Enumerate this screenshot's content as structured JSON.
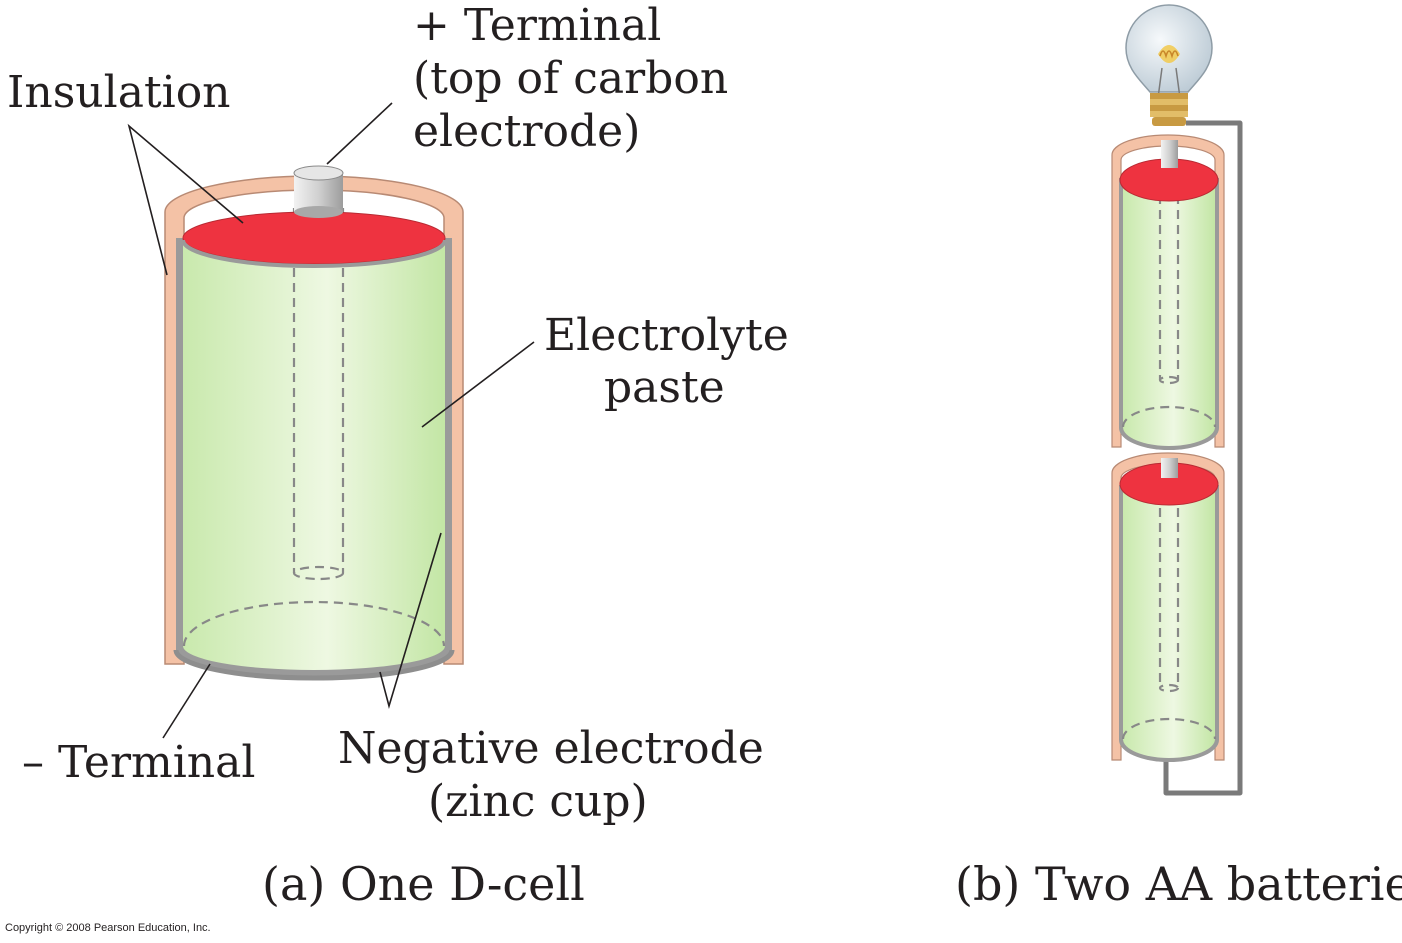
{
  "colors": {
    "insulation": "#f4c2a6",
    "insulation_edge": "#b88a74",
    "zinc": "#9a9a9a",
    "paste_light": "#eef8e2",
    "paste_mid": "#c9e9ad",
    "top_red": "#ee3340",
    "terminal": "#cfcfcf",
    "wire": "#7a7a7a",
    "bulb_glass": "#d9e3ea",
    "bulb_base": "#d8b25c",
    "text": "#231f20"
  },
  "dcell": {
    "labels": {
      "insulation": "Insulation",
      "pos_terminal_1": "+ Terminal",
      "pos_terminal_2": "(top of carbon",
      "pos_terminal_3": "electrode)",
      "electrolyte_1": "Electrolyte",
      "electrolyte_2": "paste",
      "neg_terminal": "– Terminal",
      "neg_electrode_1": "Negative electrode",
      "neg_electrode_2": "(zinc cup)"
    },
    "caption": "(a) One D-cell"
  },
  "aa": {
    "caption": "(b) Two AA batteries",
    "icons": [
      "light-bulb-icon",
      "battery-icon"
    ]
  },
  "copyright": "Copyright © 2008 Pearson Education, Inc."
}
